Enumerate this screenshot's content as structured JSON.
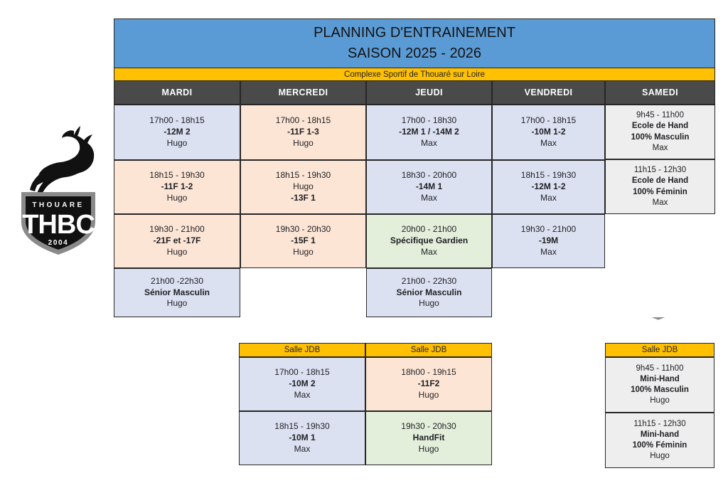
{
  "header": {
    "title_line1": "PLANNING D'ENTRAINEMENT",
    "title_line2": "SAISON 2025 - 2026",
    "venue": "Complexe Sportif de Thouaré sur Loire",
    "title_bg": "#5b9bd5",
    "venue_bg": "#ffc000"
  },
  "logo": {
    "club_abbr": "THBC",
    "club_town": "THOUARE",
    "club_year": "2004"
  },
  "main_table": {
    "days": [
      "MARDI",
      "MERCREDI",
      "JEUDI",
      "VENDREDI",
      "SAMEDI"
    ],
    "columns": [
      {
        "day": "MARDI",
        "slots": [
          {
            "time": "17h00 - 18h15",
            "team": "-12M 2",
            "coach": "Hugo",
            "color": "blue"
          },
          {
            "time": "18h15 - 19h30",
            "team": "-11F 1-2",
            "coach": "Hugo",
            "color": "peach"
          },
          {
            "time": "19h30 - 21h00",
            "team": "-21F et -17F",
            "coach": "Hugo",
            "color": "peach"
          },
          {
            "time": "21h00 -22h30",
            "team": "Sénior Masculin",
            "coach": "Hugo",
            "color": "blue"
          }
        ]
      },
      {
        "day": "MERCREDI",
        "slots": [
          {
            "time": "17h00 - 18h15",
            "team": "-11F 1-3",
            "coach": "Hugo",
            "color": "peach"
          },
          {
            "time": "18h15 - 19h30",
            "team": "Hugo",
            "coach": "-13F 1",
            "color": "peach",
            "swap_bold": true
          },
          {
            "time": "19h30 - 20h30",
            "team": "-15F 1",
            "coach": "Hugo",
            "color": "peach"
          },
          {
            "time": "",
            "team": "",
            "coach": "",
            "color": "empty"
          }
        ]
      },
      {
        "day": "JEUDI",
        "slots": [
          {
            "time": "17h00 - 18h30",
            "team": "-12M 1 / -14M 2",
            "coach": "Max",
            "color": "blue"
          },
          {
            "time": "18h30 - 20h00",
            "team": "-14M 1",
            "coach": "Max",
            "color": "blue"
          },
          {
            "time": "20h00 - 21h00",
            "team": "Spécifique Gardien",
            "coach": "Max",
            "color": "green"
          },
          {
            "time": "21h00 - 22h30",
            "team": "Sénior Masculin",
            "coach": "Hugo",
            "color": "blue"
          }
        ]
      },
      {
        "day": "VENDREDI",
        "slots": [
          {
            "time": "17h00 - 18h15",
            "team": "-10M 1-2",
            "coach": "Max",
            "color": "blue"
          },
          {
            "time": "18h15 - 19h30",
            "team": "-12M 1-2",
            "coach": "Max",
            "color": "blue"
          },
          {
            "time": "19h30 - 21h00",
            "team": "-19M",
            "coach": "Max",
            "color": "blue"
          },
          {
            "time": "",
            "team": "",
            "coach": "",
            "color": "empty"
          }
        ]
      }
    ],
    "samedi": [
      {
        "time": "9h45 - 11h00",
        "team": "Ecole de Hand",
        "group": "100% Masculin",
        "coach": "Max",
        "color": "grey"
      },
      {
        "time": "11h15 - 12h30",
        "team": "Ecole de Hand",
        "group": "100% Féminin",
        "coach": "Max",
        "color": "grey"
      }
    ]
  },
  "bottom_left": {
    "headers": [
      "Salle JDB",
      "Salle JDB"
    ],
    "columns": [
      [
        {
          "time": "17h00 - 18h15",
          "team": "-10M 2",
          "coach": "Max",
          "color": "blue"
        },
        {
          "time": "18h15 - 19h30",
          "team": "-10M 1",
          "coach": "Max",
          "color": "blue"
        }
      ],
      [
        {
          "time": "18h00 - 19h15",
          "team": "-11F2",
          "coach": "Hugo",
          "color": "peach"
        },
        {
          "time": "19h30 - 20h30",
          "team": "HandFit",
          "coach": "Hugo",
          "color": "green"
        }
      ]
    ]
  },
  "bottom_right": {
    "header": "Salle JDB",
    "slots": [
      {
        "time": "9h45 - 11h00",
        "team": "Mini-Hand",
        "group": "100% Masculin",
        "coach": "Hugo",
        "color": "grey"
      },
      {
        "time": "11h15 - 12h30",
        "team": "Mini-hand",
        "group": "100% Féminin",
        "coach": "Hugo",
        "color": "grey"
      }
    ]
  }
}
